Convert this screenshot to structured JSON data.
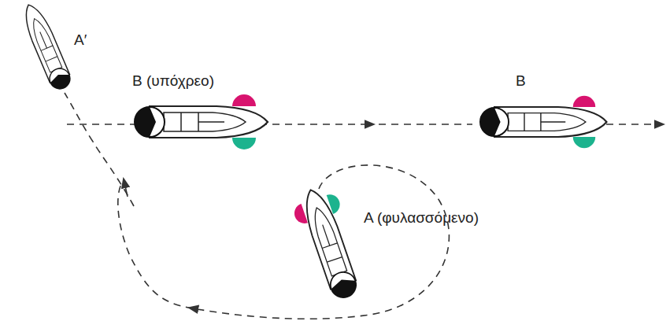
{
  "diagram": {
    "labels": [
      "A′",
      "B (υπόχρεο)",
      "B",
      "A (φυλασσόμενο)"
    ]
  }
}
